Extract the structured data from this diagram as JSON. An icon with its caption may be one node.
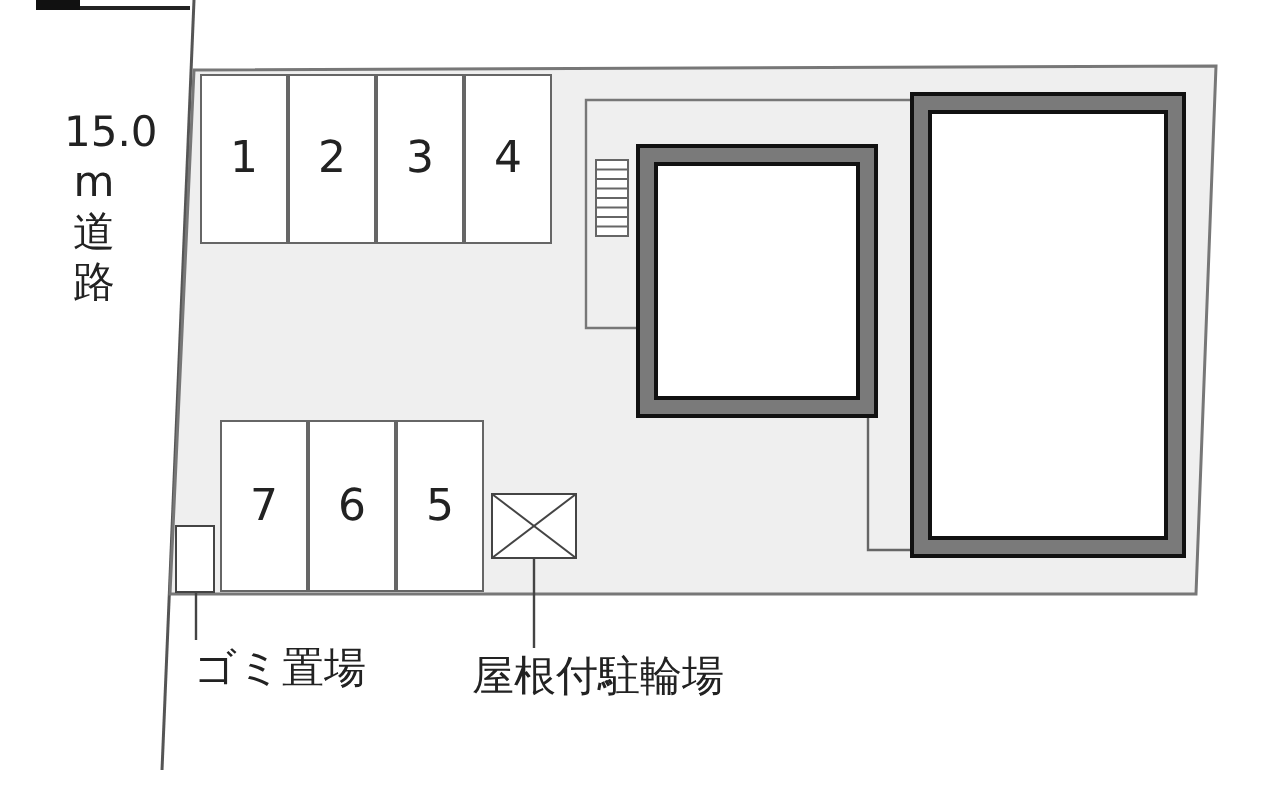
{
  "diagram": {
    "nodes": [
      {
        "text": [],
        "shape": "box"
      },
      {
        "text": [
          "1"
        ],
        "in": 0
      },
      {
        "text": [
          "2"
        ],
        "in": 0
      },
      {
        "text": [
          "3"
        ],
        "in": 0
      },
      {
        "text": [
          "4"
        ],
        "in": 0
      },
      {
        "text": [
          "7"
        ],
        "in": 0
      },
      {
        "text": [
          "6"
        ],
        "in": 0
      },
      {
        "text": [
          "5"
        ],
        "in": 0
      },
      {
        "text": [],
        "shape": "box",
        "in": 0
      },
      {
        "text": [],
        "shape": "box",
        "in": 0
      },
      {
        "text": [],
        "shape": "box",
        "in": 0
      },
      {
        "text": [],
        "shape": "box",
        "in": 0
      },
      {
        "text": [
          "ゴミ置場"
        ]
      },
      {
        "text": [
          "屋根付駐輪場"
        ]
      }
    ],
    "edges": [
      {
        "from": 12,
        "to": 11,
        "arrow": "none"
      },
      {
        "from": 13,
        "to": 10,
        "arrow": "none"
      }
    ],
    "labels": [
      "15.0 m 道路"
    ]
  }
}
